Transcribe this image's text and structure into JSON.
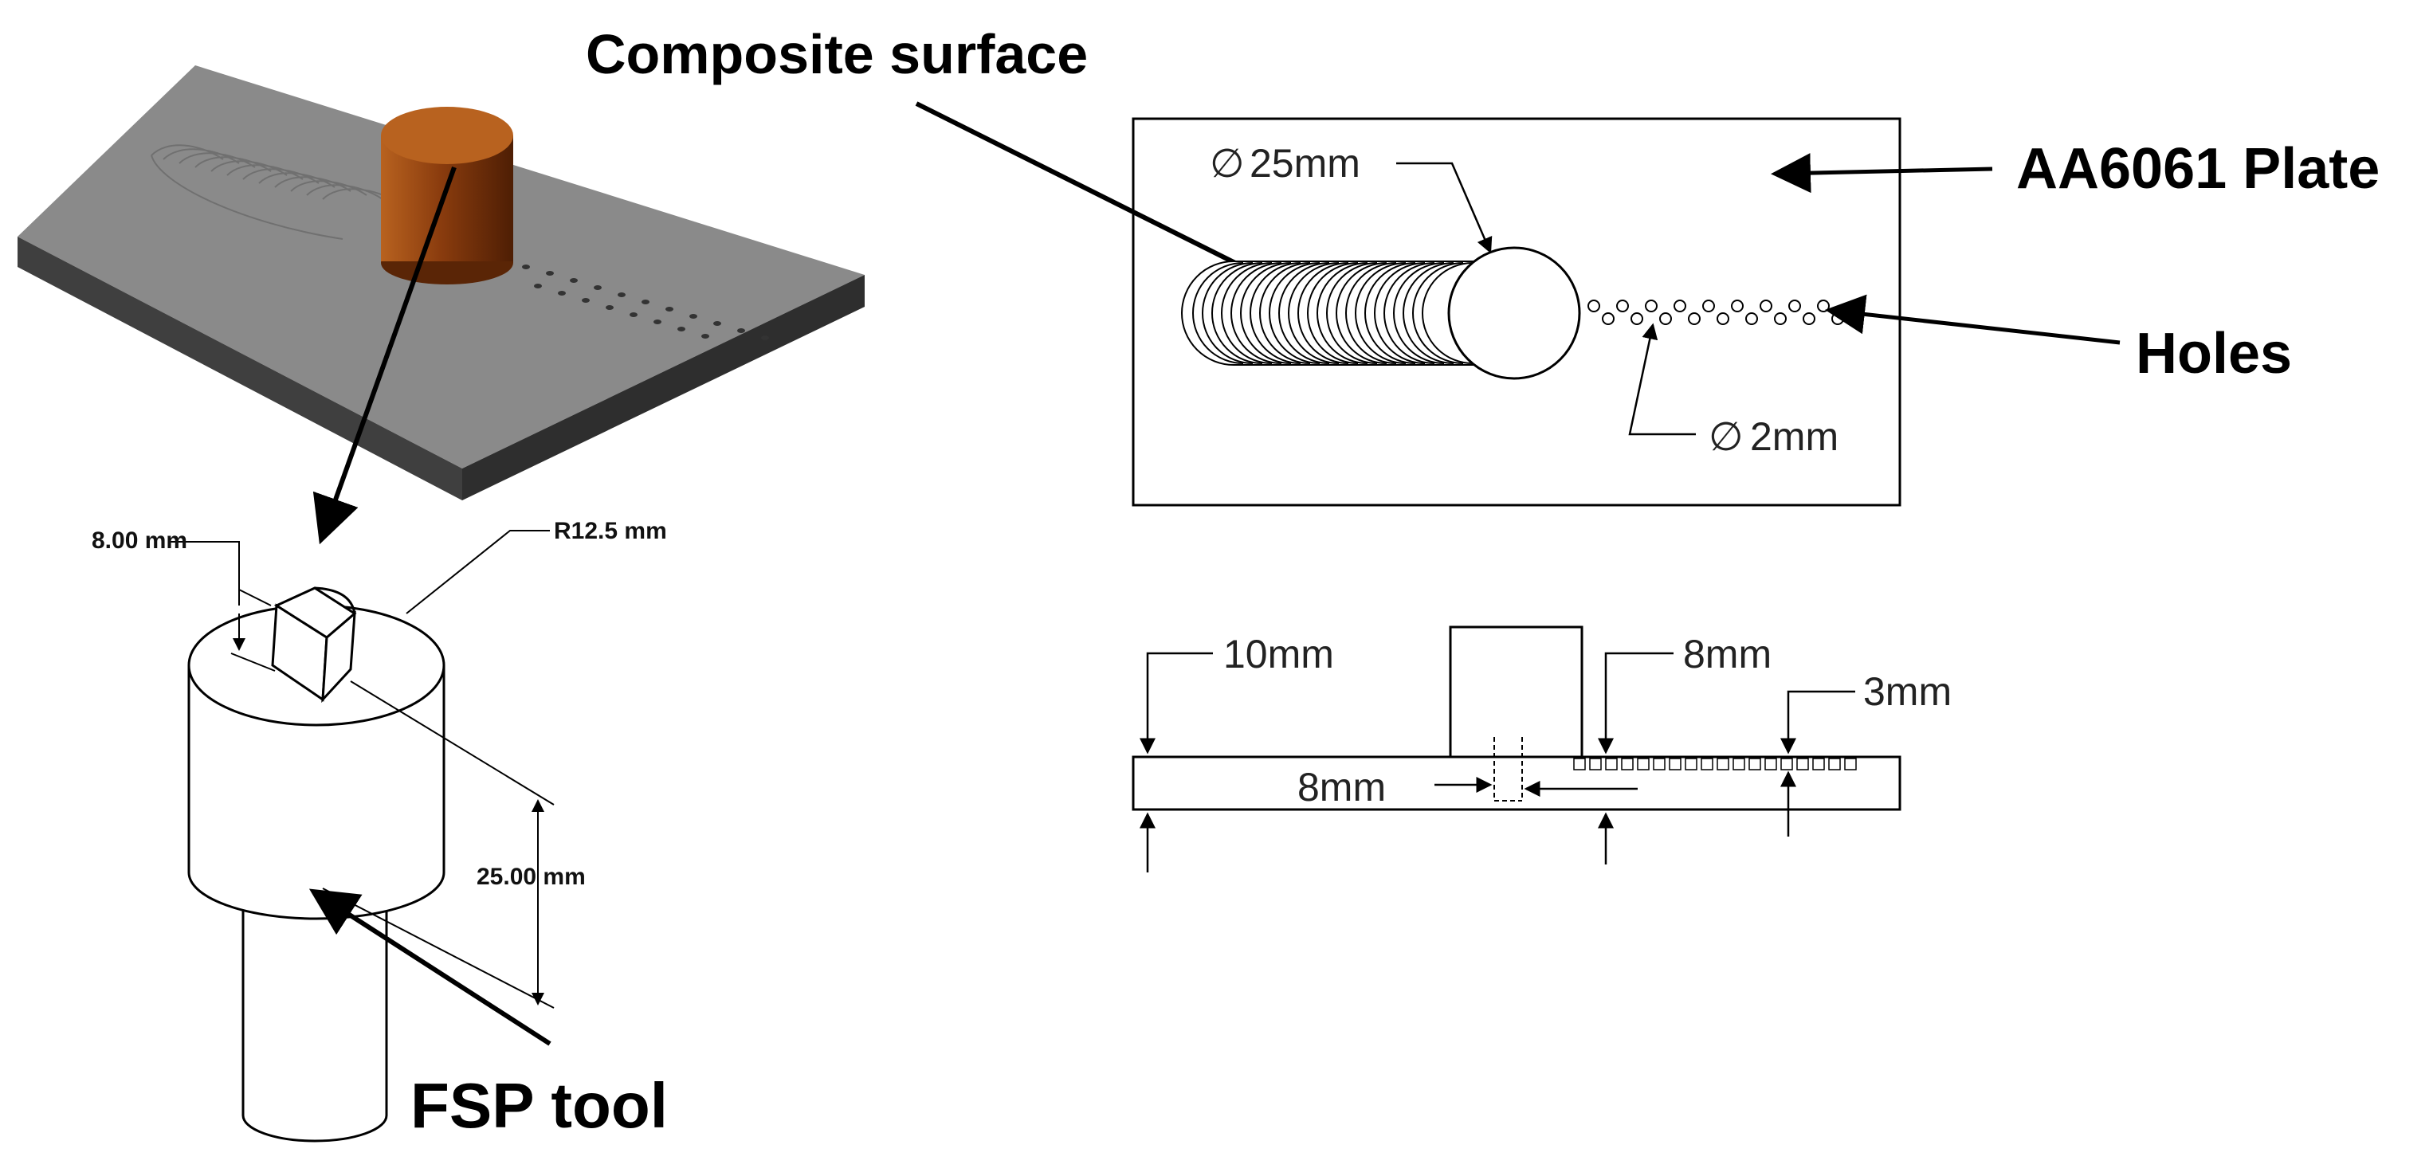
{
  "labels": {
    "composite_surface": "Composite surface",
    "plate": "AA6061 Plate",
    "holes": "Holes",
    "fsp_tool": "FSP tool"
  },
  "top_view": {
    "shoulder_diameter": "25mm",
    "hole_diameter": "2mm",
    "diameter_symbol": "∅"
  },
  "side_view": {
    "plate_thickness": "10mm",
    "hole_depth": "8mm",
    "pin_length": "8mm",
    "hole_width": "3mm"
  },
  "tool": {
    "pin_height": "8.00 mm",
    "shoulder_radius": "R12.5 mm",
    "shoulder_height": "25.00 mm"
  },
  "colors": {
    "plate_top": "#8a8a8a",
    "plate_side": "#3a3a3a",
    "tool_brown": "#8a3c0e",
    "tool_highlight": "#b8621f",
    "line": "#000000"
  }
}
